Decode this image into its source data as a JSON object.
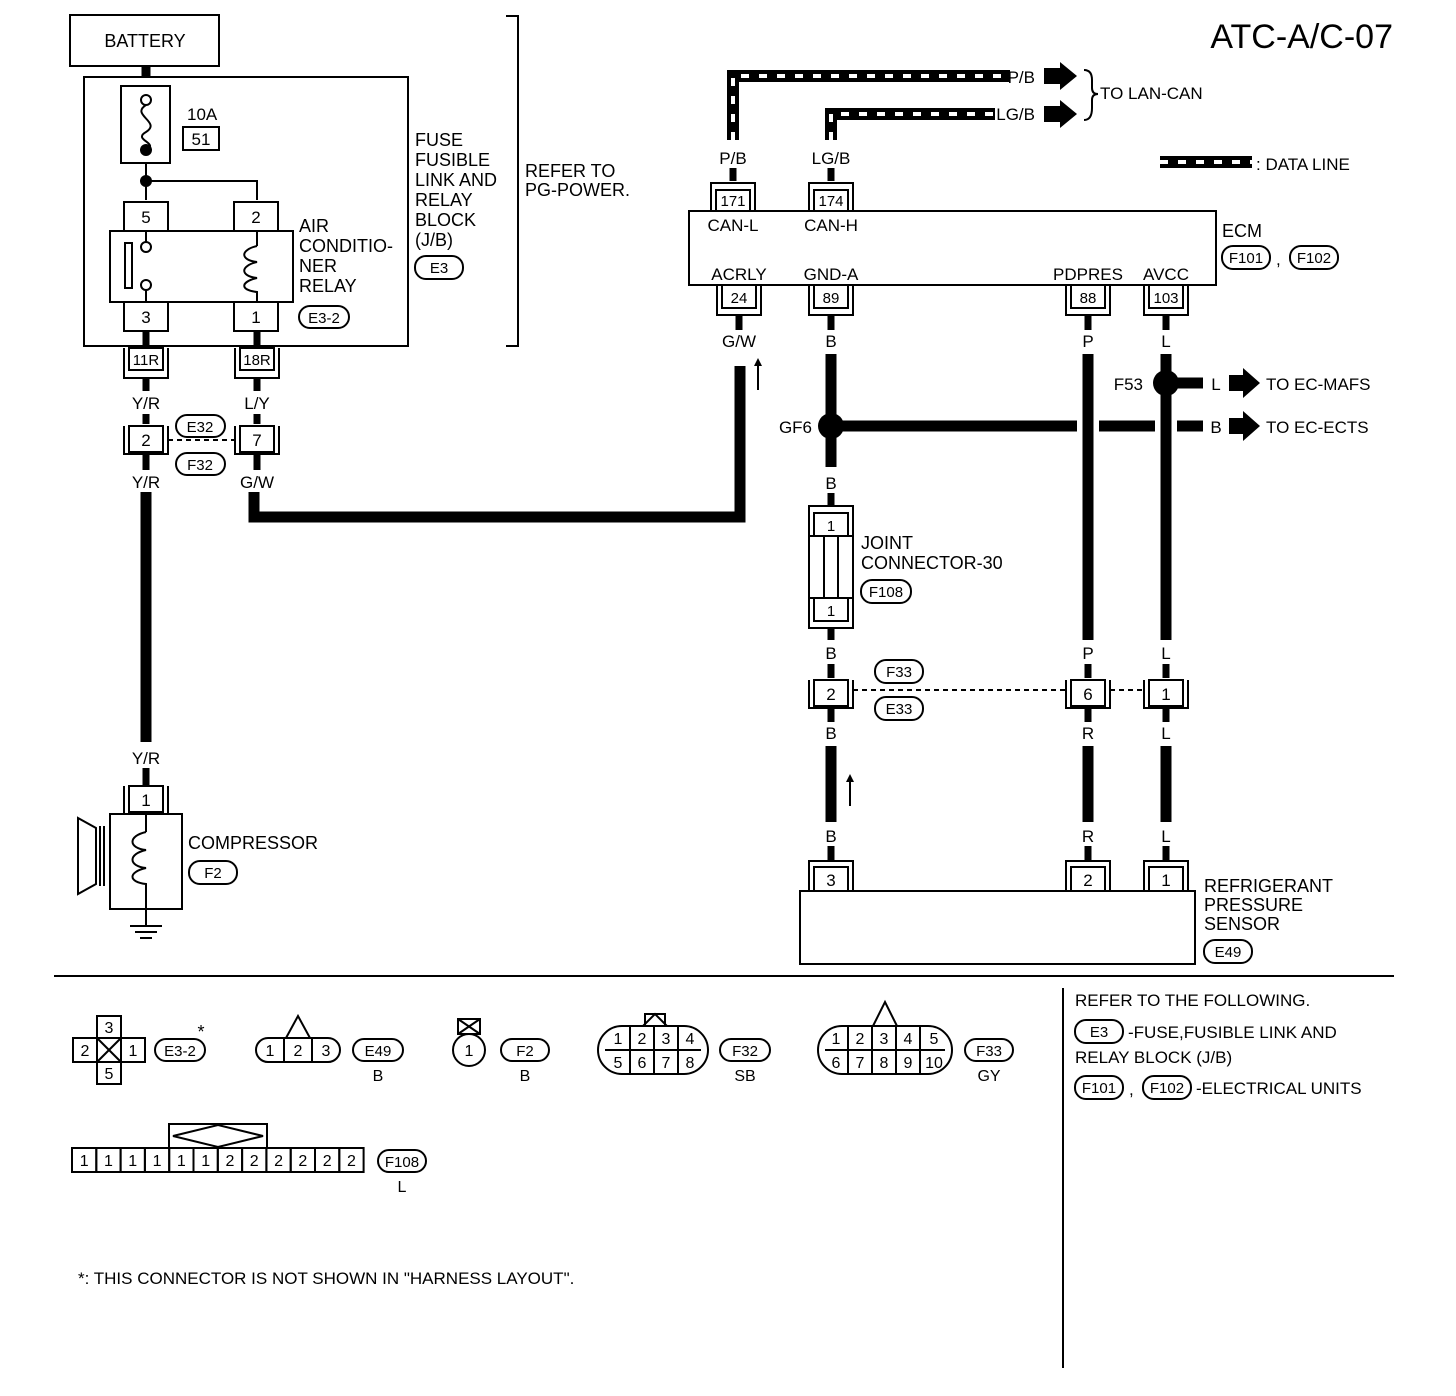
{
  "page_id": "ATC-A/C-07",
  "battery": "BATTERY",
  "fuse": {
    "rating": "10A",
    "number": "51"
  },
  "jb": {
    "lines": [
      "FUSE",
      "FUSIBLE",
      "LINK AND",
      "RELAY",
      "BLOCK",
      "(J/B)"
    ],
    "connector": "E3"
  },
  "refer_power": [
    "REFER TO",
    "PG-POWER."
  ],
  "relay": {
    "lines": [
      "AIR",
      "CONDITIO-",
      "NER",
      "RELAY"
    ],
    "connector": "E3-2",
    "pins": [
      "5",
      "2",
      "3",
      "1"
    ]
  },
  "jb_terminals": [
    "11R",
    "18R"
  ],
  "wire_colors": {
    "yr": "Y/R",
    "ly": "L/Y",
    "gw": "G/W",
    "pb": "P/B",
    "lgb": "LG/B",
    "b": "B",
    "p": "P",
    "l": "L",
    "r": "R"
  },
  "e32_f32": {
    "top": "E32",
    "bottom": "F32",
    "pins": [
      "2",
      "7"
    ]
  },
  "compressor": {
    "label": "COMPRESSOR",
    "connector": "F2",
    "pin": "1"
  },
  "ecm": {
    "label": "ECM",
    "connectors": [
      "F101",
      "F102"
    ],
    "top_pins": [
      "171",
      "174"
    ],
    "top_labels": [
      "CAN-L",
      "CAN-H"
    ],
    "bottom_pins": [
      "24",
      "89",
      "88",
      "103"
    ],
    "bottom_labels": [
      "ACRLY",
      "GND-A",
      "PDPRES",
      "AVCC"
    ]
  },
  "lan_can": "TO LAN-CAN",
  "data_line": ": DATA LINE",
  "f53": "F53",
  "gf6": "GF6",
  "to_mafs": "TO EC-MAFS",
  "to_ects": "TO EC-ECTS",
  "joint": {
    "lines": [
      "JOINT",
      "CONNECTOR-30"
    ],
    "connector": "F108",
    "pins": [
      "1",
      "1"
    ]
  },
  "f33_e33": {
    "top": "F33",
    "bottom": "E33",
    "pins": [
      "2",
      "6",
      "1"
    ]
  },
  "sensor": {
    "lines": [
      "REFRIGERANT",
      "PRESSURE",
      "SENSOR"
    ],
    "connector": "E49",
    "pins": [
      "3",
      "2",
      "1"
    ]
  },
  "legend": {
    "e3_2_pins": [
      "3",
      "2",
      "1",
      "5"
    ],
    "e3_2": "E3-2",
    "asterisk": "*",
    "e49_pins": [
      "1",
      "2",
      "3"
    ],
    "e49": "E49",
    "e49_color": "B",
    "f2_pin": "1",
    "f2": "F2",
    "f2_color": "B",
    "f32_pins": [
      "1",
      "2",
      "3",
      "4",
      "5",
      "6",
      "7",
      "8"
    ],
    "f32": "F32",
    "f32_color": "SB",
    "f33_pins": [
      "1",
      "2",
      "3",
      "4",
      "5",
      "6",
      "7",
      "8",
      "9",
      "10"
    ],
    "f33": "F33",
    "f33_color": "GY",
    "f108_pins": [
      "1",
      "1",
      "1",
      "1",
      "1",
      "1",
      "2",
      "2",
      "2",
      "2",
      "2",
      "2"
    ],
    "f108": "F108",
    "f108_color": "L"
  },
  "refer_following": {
    "title": "REFER TO THE FOLLOWING.",
    "e3": "E3",
    "e3_desc_1": "-FUSE,FUSIBLE LINK AND",
    "e3_desc_2": "RELAY BLOCK (J/B)",
    "f101": "F101",
    "f102": "F102",
    "units_desc": "-ELECTRICAL UNITS"
  },
  "footnote": "*: THIS CONNECTOR IS NOT SHOWN IN \"HARNESS LAYOUT\"."
}
